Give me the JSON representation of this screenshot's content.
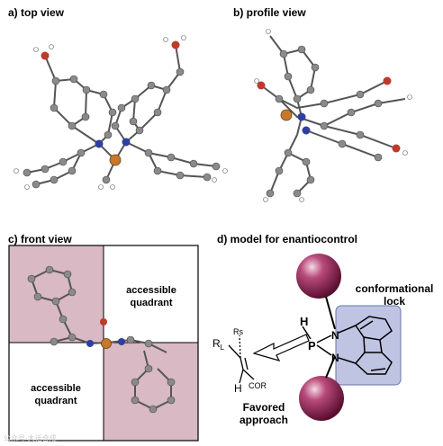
{
  "panels": {
    "a": "a) top view",
    "b": "b) profile view",
    "c": "c) front view",
    "d": "d) model for enantiocontrol"
  },
  "front_view": {
    "quadrant_top_right": [
      "accessible",
      "quadrant"
    ],
    "quadrant_bottom_left": [
      "accessible",
      "quadrant"
    ]
  },
  "model": {
    "conformational_lock": [
      "conformational",
      "lock"
    ],
    "favored_approach": [
      "Favored",
      "approach"
    ],
    "atoms": {
      "H": "H",
      "P": "P",
      "N_top": "N",
      "N_bottom": "N"
    },
    "substrate": {
      "RL": "R",
      "RL_sub": "L",
      "Rs": "Rs",
      "H": "H",
      "COR": "COR"
    }
  },
  "colors": {
    "quadrant_shade": "#d9b9c4",
    "sphere": "#8c1d4e",
    "lock_box": "#a9b0d8",
    "carbon": "#8a8a8a",
    "oxygen": "#c0392b",
    "nitrogen": "#2f3f9f",
    "phosphorus": "#c8782a"
  },
  "watermark": "公众号·大话合成"
}
